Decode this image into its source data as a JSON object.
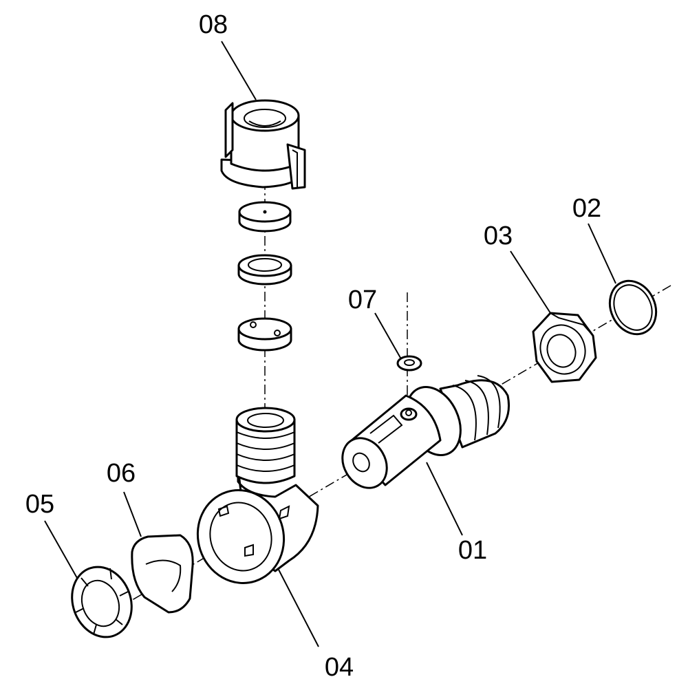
{
  "callouts": [
    {
      "id": "p08",
      "text": "08"
    },
    {
      "id": "p02",
      "text": "02"
    },
    {
      "id": "p03",
      "text": "03"
    },
    {
      "id": "p07",
      "text": "07"
    },
    {
      "id": "p06",
      "text": "06"
    },
    {
      "id": "p05",
      "text": "05"
    },
    {
      "id": "p01",
      "text": "01"
    },
    {
      "id": "p04",
      "text": "04"
    }
  ],
  "colors": {
    "line": "#000000",
    "background": "#ffffff"
  }
}
